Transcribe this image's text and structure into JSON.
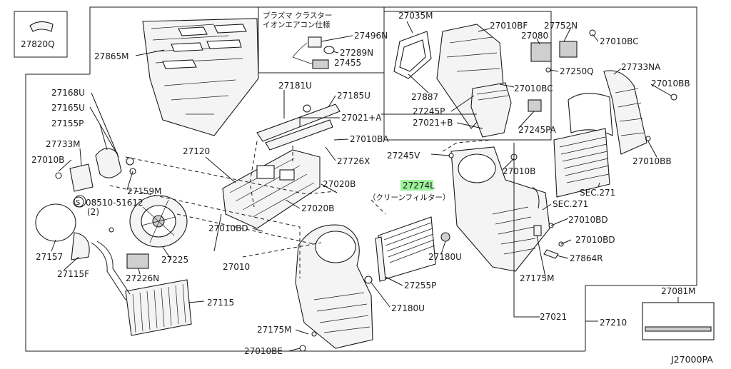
{
  "diagram": {
    "footer_code": "J27000PA",
    "notes": {
      "jp_line1": "プラズマ クラスター",
      "jp_line2": "イオンエアコン仕様",
      "filter_jp": "（クリーンフィルター）"
    },
    "highlight_color": "#9df39a",
    "labels": {
      "p27820Q": "27820Q",
      "p27865M": "27865M",
      "p27496N": "27496N",
      "p27289N": "27289N",
      "p27455": "27455",
      "p27181U": "27181U",
      "p27185U": "27185U",
      "p27021A": "27021+A",
      "p27168U": "27168U",
      "p27165U": "27165U",
      "p27155P": "27155P",
      "p27733M": "27733M",
      "p27010B_l": "27010B",
      "p27159M": "27159M",
      "p27120": "27120",
      "p27010BA": "27010BA",
      "p27726X": "27726X",
      "p27020B_a": "27020B",
      "p27020B_b": "27020B",
      "p27010BD_l": "27010BD",
      "p08510": "08510-51612",
      "p08510qty": "(2)",
      "p27157": "27157",
      "p27225": "27225",
      "p27115F": "27115F",
      "p27226N": "27226N",
      "p27010": "27010",
      "p27115": "27115",
      "p27175M_l": "27175M",
      "p27010BE": "27010BE",
      "p27035M": "27035M",
      "p27010BF": "27010BF",
      "p27752N": "27752N",
      "p27080": "27080",
      "p27010BC_a": "27010BC",
      "p27250Q": "27250Q",
      "p27887": "27887",
      "p27010BC_b": "27010BC",
      "p27245P": "27245P",
      "p27021B": "27021+B",
      "p27245PA": "27245PA",
      "p27733NA": "27733NA",
      "p27010BB_a": "27010BB",
      "p27010BB_b": "27010BB",
      "p27245V": "27245V",
      "p27010B_r": "27010B",
      "p27274L": "27274L",
      "pSEC271_a": "SEC.271",
      "pSEC271_b": "SEC.271",
      "p27010BD_r1": "27010BD",
      "p27010BD_r2": "27010BD",
      "p27864R": "27864R",
      "p27180U_a": "27180U",
      "p27180U_b": "27180U",
      "p27175M_r": "27175M",
      "p27255P": "27255P",
      "p27021": "27021",
      "p27081M": "27081M",
      "p27210": "27210"
    }
  }
}
